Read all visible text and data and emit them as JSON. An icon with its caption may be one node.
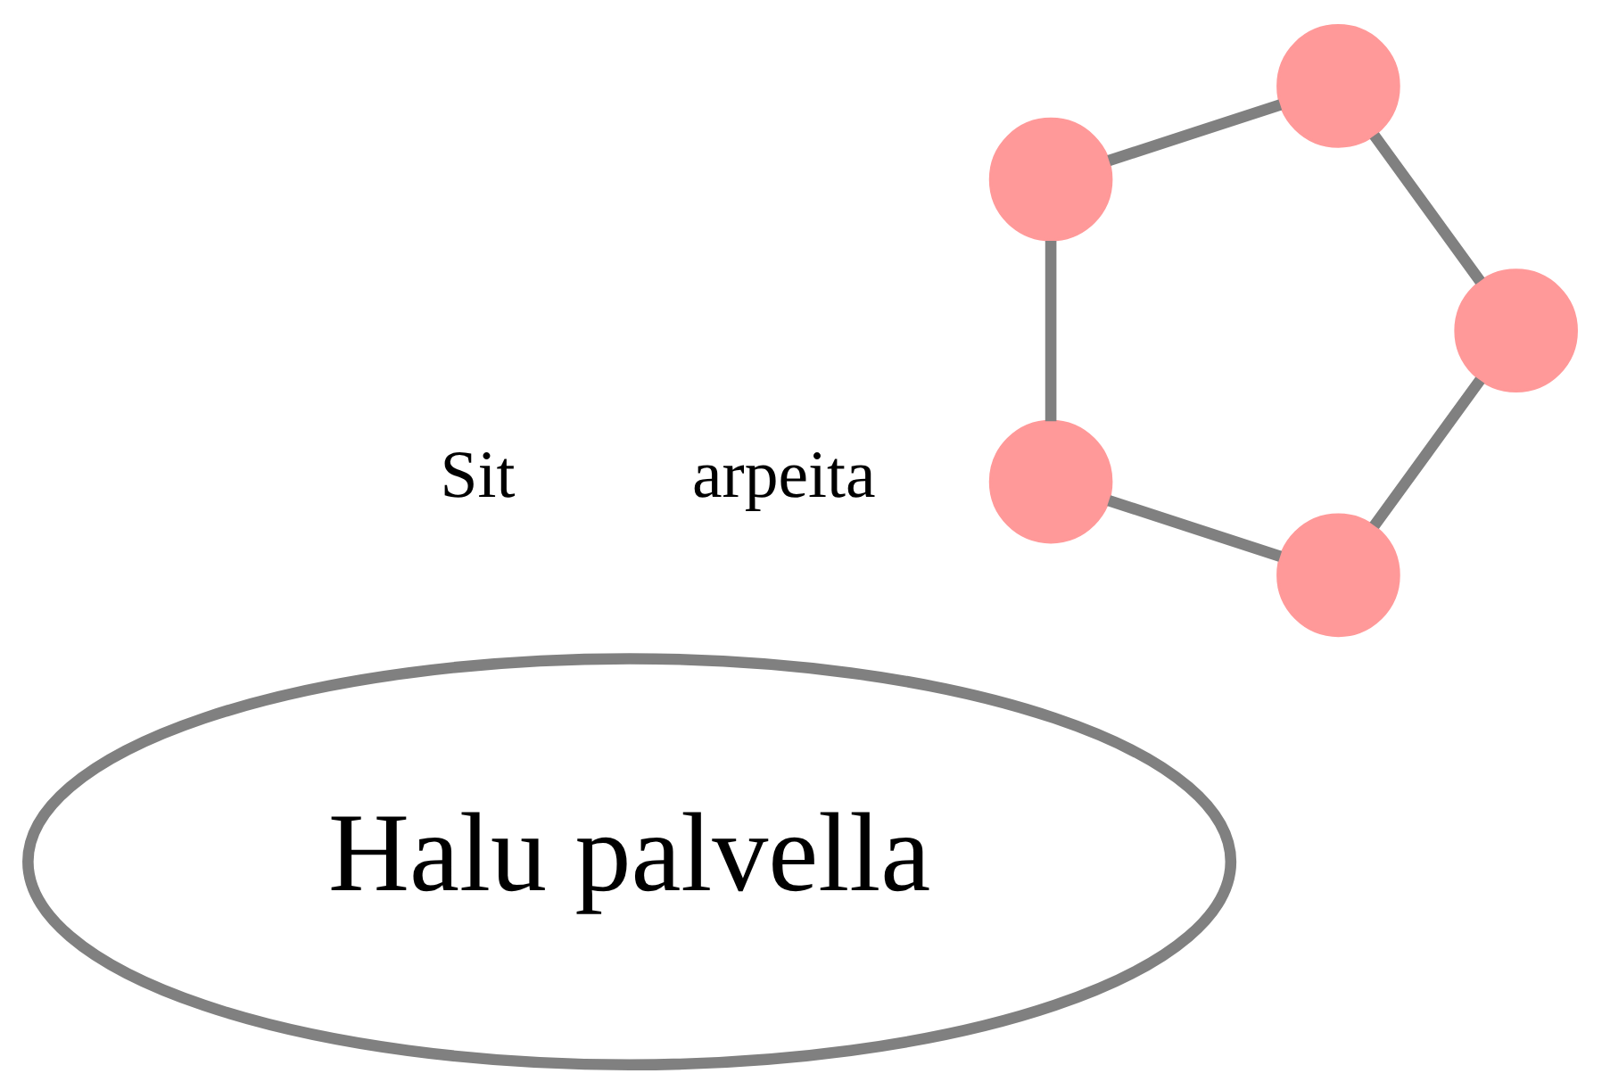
{
  "diagram": {
    "nodes": [
      {
        "text": [
          "Halu palvella"
        ]
      },
      {
        "text": [],
        "shape": "circle"
      },
      {
        "text": [],
        "shape": "circle"
      },
      {
        "text": [],
        "shape": "circle"
      },
      {
        "text": [],
        "shape": "circle"
      },
      {
        "text": [],
        "shape": "circle"
      }
    ],
    "edges": [
      {
        "from": 1,
        "to": 3,
        "arrow": "none"
      },
      {
        "from": 3,
        "to": 5,
        "arrow": "none"
      },
      {
        "from": 5,
        "to": 4,
        "arrow": "none"
      },
      {
        "from": 4,
        "to": 2,
        "arrow": "none"
      },
      {
        "from": 2,
        "to": 1,
        "arrow": "none"
      }
    ],
    "labels": [
      "arpeita",
      "Sit"
    ]
  }
}
